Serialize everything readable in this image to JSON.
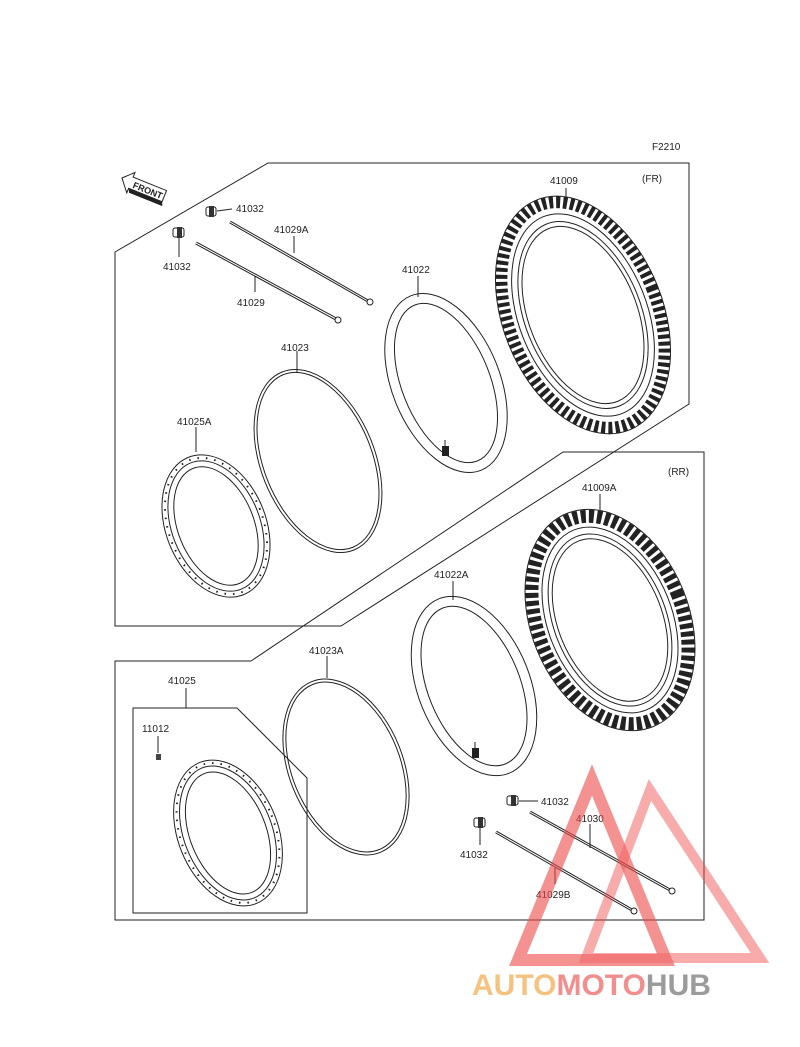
{
  "figure_code": "F2210",
  "front_marker": "FRONT",
  "sections": {
    "front": {
      "label": "(FR)"
    },
    "rear": {
      "label": "(RR)"
    }
  },
  "callouts": {
    "fr_valve_nut_top": "41032",
    "fr_valve_nut_left": "41032",
    "fr_spoke_long": "41029A",
    "fr_spoke_short": "41029",
    "fr_tube": "41022",
    "fr_tire": "41009",
    "fr_rim_band": "41023",
    "fr_rim": "41025A",
    "rr_tire": "41009A",
    "rr_tube": "41022A",
    "rr_rim_band": "41023A",
    "rr_rim_assy": "41025",
    "rr_nipple": "11012",
    "rr_valve_nut_right": "41032",
    "rr_spoke_long": "41030",
    "rr_valve_nut_left": "41032",
    "rr_spoke_short": "41029B"
  },
  "watermark": {
    "part1": "AUTO",
    "part2": "MOTO",
    "part3": "HUB",
    "colors": {
      "auto": "#f3b96b",
      "moto": "#ef7b7b",
      "hub": "#8a8a8a",
      "triangle": "#ee4a4a"
    }
  }
}
